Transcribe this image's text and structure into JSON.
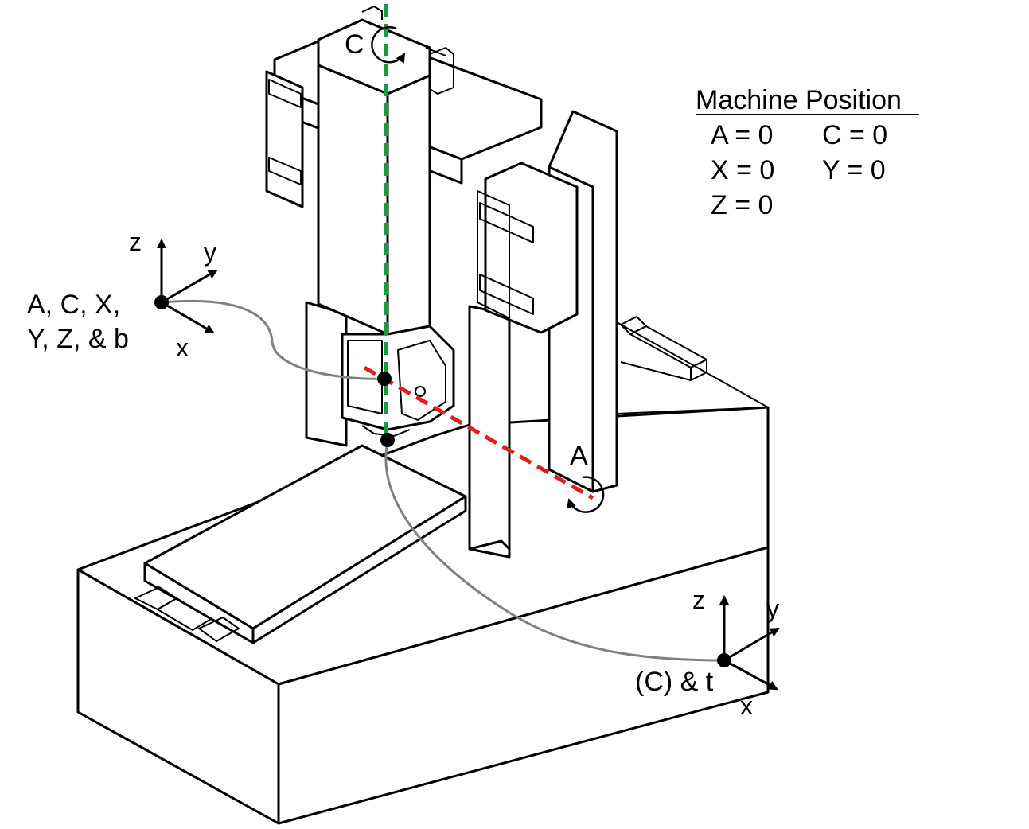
{
  "machine_position": {
    "title": "Machine Position",
    "a": "A = 0",
    "c": "C = 0",
    "x": "X = 0",
    "y": "Y = 0",
    "z": "Z = 0"
  },
  "spindle_frame": {
    "label_line1": "A, C, X,",
    "label_line2": "Y, Z, & b",
    "axis_z": "z",
    "axis_y": "y",
    "axis_x": "x"
  },
  "table_frame": {
    "label": "(C) & t",
    "axis_z": "z",
    "axis_y": "y",
    "axis_x": "x"
  },
  "rotary_axes": {
    "c_label": "C",
    "a_label": "A"
  },
  "colors": {
    "c_axis_line": "#1a9a3c",
    "a_axis_line": "#e01e1e",
    "leader_line": "#808080",
    "outline": "#000000"
  }
}
